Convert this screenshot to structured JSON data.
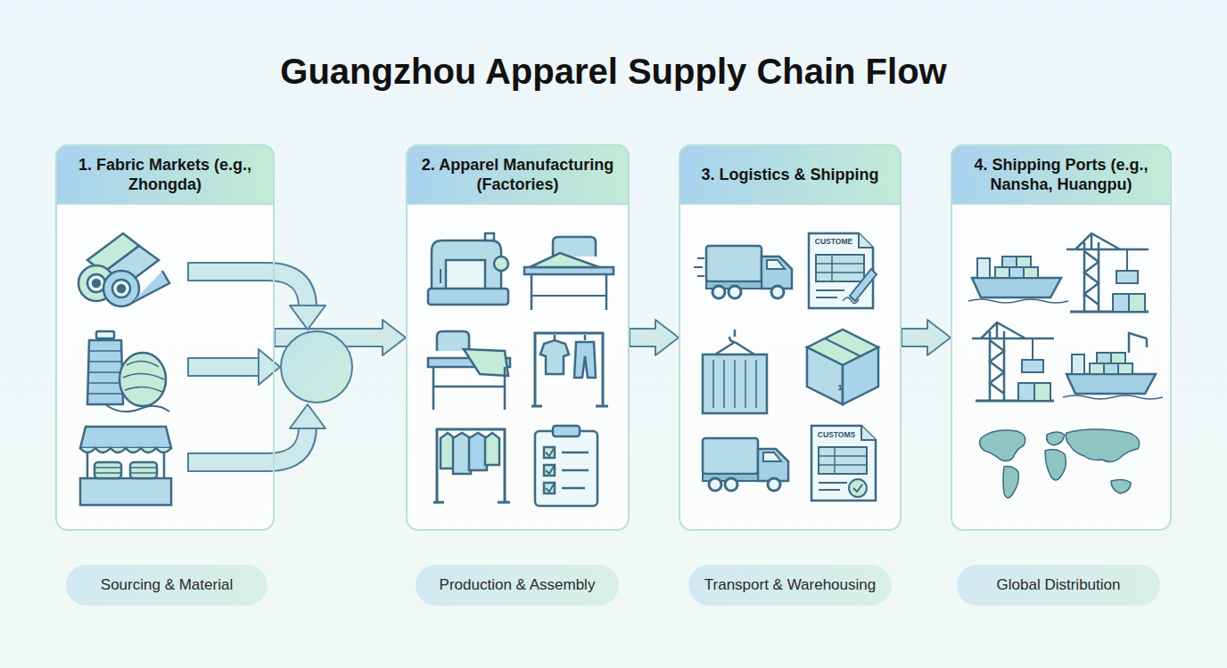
{
  "diagram": {
    "title": "Guangzhou Apparel Supply Chain Flow",
    "nodes": [
      {
        "text": [
          "1. Fabric Markets (e.g., Zhongda)"
        ]
      },
      {
        "text": [
          "2. Apparel Manufacturing (Factories)"
        ]
      },
      {
        "text": [
          "3. Logistics & Shipping"
        ]
      },
      {
        "text": [
          "4. Shipping Ports (e.g., Nansha, Huangpu)"
        ]
      },
      {
        "text": [
          "Sourcing & Material"
        ]
      },
      {
        "text": [
          "Production & Assembly"
        ]
      },
      {
        "text": [
          "Transport & Warehousing"
        ]
      },
      {
        "text": [
          "Global Distribution"
        ]
      }
    ],
    "edges": [
      {
        "from": 0,
        "to": 1,
        "arrow": "to"
      },
      {
        "from": 1,
        "to": 2,
        "arrow": "to"
      },
      {
        "from": 2,
        "to": 3,
        "arrow": "to"
      }
    ],
    "labels": [
      "CUSTOME",
      "1",
      "CUSTOMS"
    ]
  }
}
